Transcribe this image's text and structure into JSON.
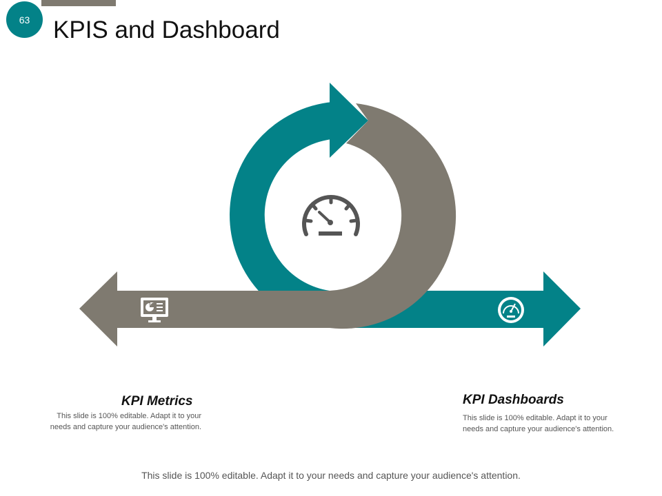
{
  "slide": {
    "number": "63",
    "title": "KPIS and Dashboard"
  },
  "colors": {
    "teal": "#038288",
    "gray": "#7f7a70"
  },
  "icons": {
    "center": "speedometer-icon",
    "left": "monitor-chart-icon",
    "right": "gauge-icon"
  },
  "left_block": {
    "heading": "KPI Metrics",
    "body_line1": "This slide is 100% editable. Adapt it to your",
    "body_line2": "needs and capture your audience's attention."
  },
  "right_block": {
    "heading": "KPI Dashboards",
    "body_line1": "This slide is 100% editable. Adapt it to your",
    "body_line2": "needs and capture your audience's attention."
  },
  "footer": "This slide is 100% editable. Adapt it to your needs and capture your audience's attention."
}
